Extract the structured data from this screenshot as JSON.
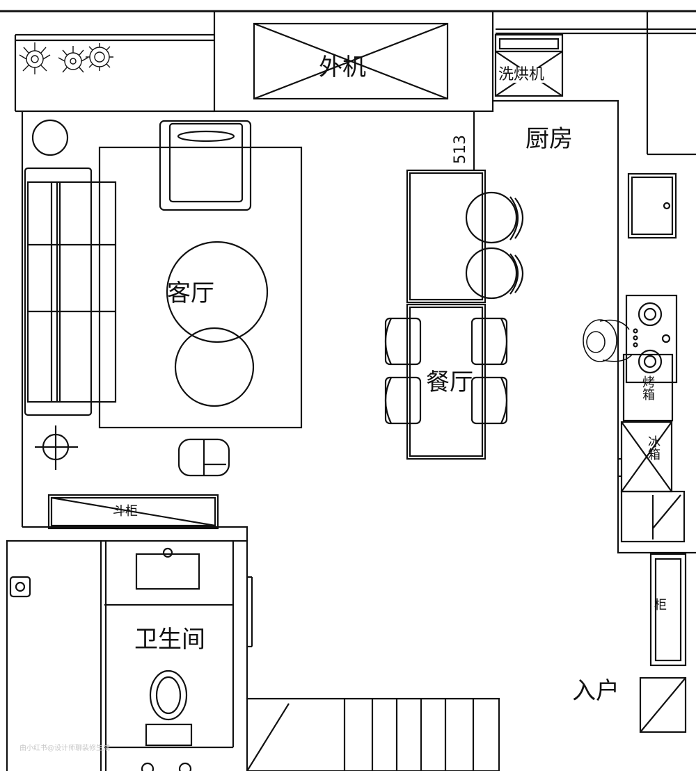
{
  "rooms": {
    "living_room": "客厅",
    "dining_room": "餐厅",
    "kitchen": "厨房",
    "bathroom": "卫生间",
    "entrance": "入户"
  },
  "fixtures": {
    "ac_outdoor_unit": "外机",
    "washer_dryer": "洗烘机",
    "shoe_cabinet": "斗柜",
    "oven": "烤箱",
    "fridge": "冰箱",
    "storage": "柜"
  },
  "dimensions": {
    "partition": "513"
  },
  "watermark": "由小红书@设计师聊装修生成"
}
